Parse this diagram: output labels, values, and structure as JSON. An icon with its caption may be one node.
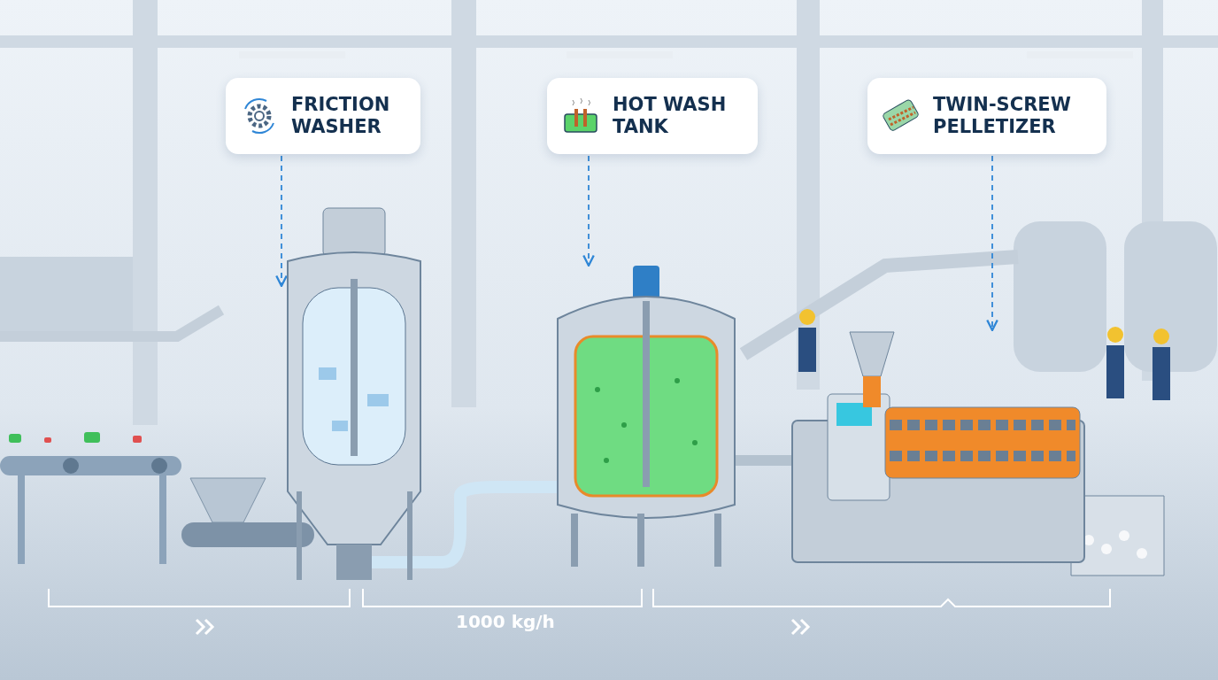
{
  "diagram": {
    "nodes": [
      {
        "text": [
          "FRICTION WASHER"
        ]
      },
      {
        "text": [
          "HOT WASH TANK"
        ]
      },
      {
        "text": [
          "TWIN-SCREW PELLETIZER"
        ]
      },
      {
        "text": [],
        "shape": "picture"
      },
      {
        "text": [],
        "shape": "picture"
      },
      {
        "text": [],
        "shape": "picture"
      }
    ],
    "edges": [
      {
        "from": 0,
        "to": 3,
        "arrow": "to",
        "style": "dashed"
      },
      {
        "from": 1,
        "to": 4,
        "arrow": "to",
        "style": "dashed"
      },
      {
        "from": 2,
        "to": 5,
        "arrow": "to",
        "style": "dashed"
      }
    ],
    "labels": [
      "1000 kg/h"
    ]
  }
}
